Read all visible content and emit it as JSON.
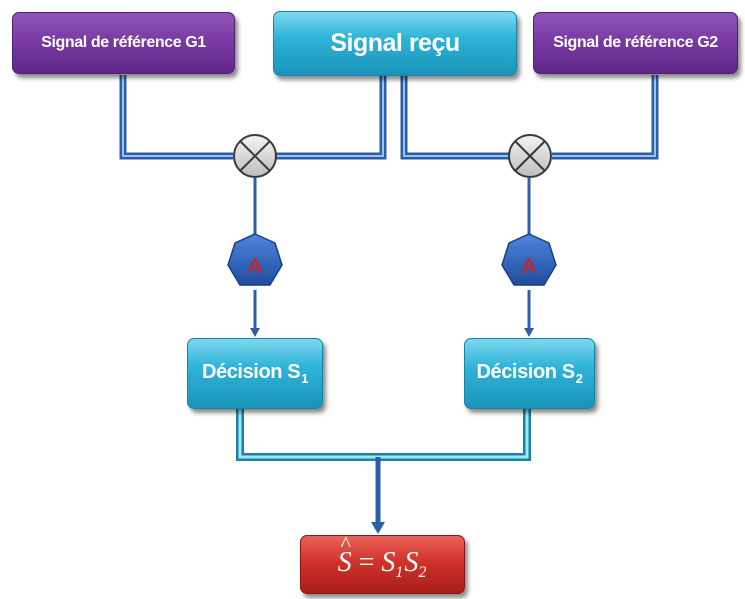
{
  "diagram": {
    "reference_g1": "Signal de référence G1",
    "received_signal": "Signal reçu",
    "reference_g2": "Signal de référence G2",
    "multiplier_symbol": "×",
    "amplifier_label": "A",
    "decision_1": {
      "label": "Décision S",
      "subscript": "1"
    },
    "decision_2": {
      "label": "Décision S",
      "subscript": "2"
    },
    "output": {
      "lhs": "S",
      "equals": " = ",
      "term1": "S",
      "sub1": "1",
      "term2": "S",
      "sub2": "2"
    }
  },
  "colors": {
    "purple": "#7a3ba4",
    "cyan": "#2fb4d9",
    "red": "#d2322b",
    "line_blue": "#2a5eab",
    "amplifier_blue": "#2c65c3",
    "amplifier_text": "#c0272d",
    "multiplier_grey": "#d9d9d9"
  }
}
